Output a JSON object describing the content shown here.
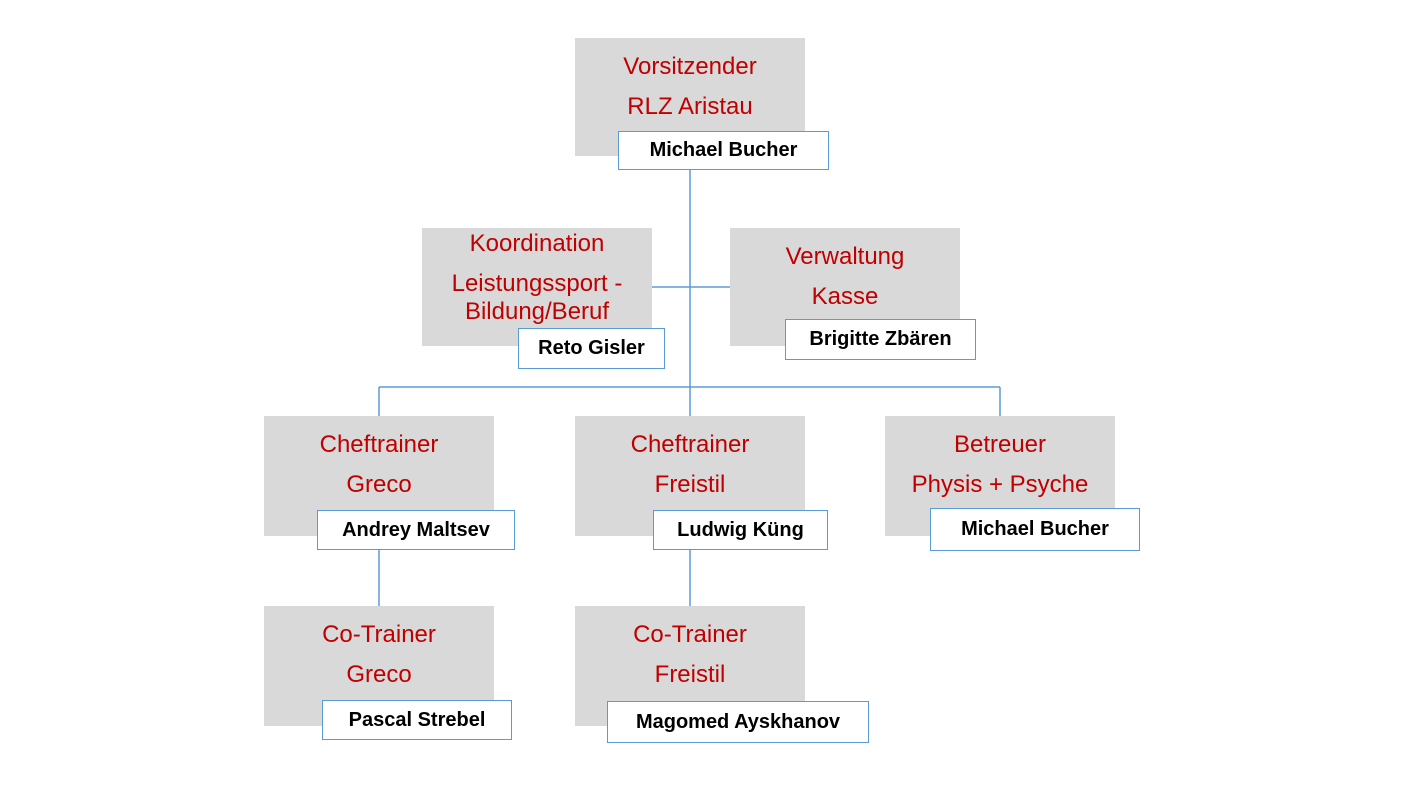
{
  "colors": {
    "role_text": "#c00000",
    "role_fill": "#d9d9d9",
    "name_border": "#5b9bd5",
    "name_text": "#000000",
    "connector": "#5b9bd5"
  },
  "nodes": {
    "vorsitzender": {
      "role": [
        "Vorsitzender",
        "RLZ Aristau"
      ],
      "name": "Michael Bucher"
    },
    "koordination": {
      "role": [
        "Koordination",
        "Leistungssport -",
        "Bildung/Beruf"
      ],
      "name": "Reto Gisler"
    },
    "verwaltung": {
      "role": [
        "Verwaltung",
        "Kasse"
      ],
      "name": "Brigitte Zbären"
    },
    "cheftrainer_greco": {
      "role": [
        "Cheftrainer",
        "Greco"
      ],
      "name": "Andrey Maltsev"
    },
    "cheftrainer_freistil": {
      "role": [
        "Cheftrainer",
        "Freistil"
      ],
      "name": "Ludwig Küng"
    },
    "betreuer": {
      "role": [
        "Betreuer",
        "Physis + Psyche"
      ],
      "name": "Michael Bucher"
    },
    "cotrainer_greco": {
      "role": [
        "Co-Trainer",
        "Greco"
      ],
      "name": "Pascal Strebel"
    },
    "cotrainer_freistil": {
      "role": [
        "Co-Trainer",
        "Freistil"
      ],
      "name": "Magomed Ayskhanov"
    }
  }
}
